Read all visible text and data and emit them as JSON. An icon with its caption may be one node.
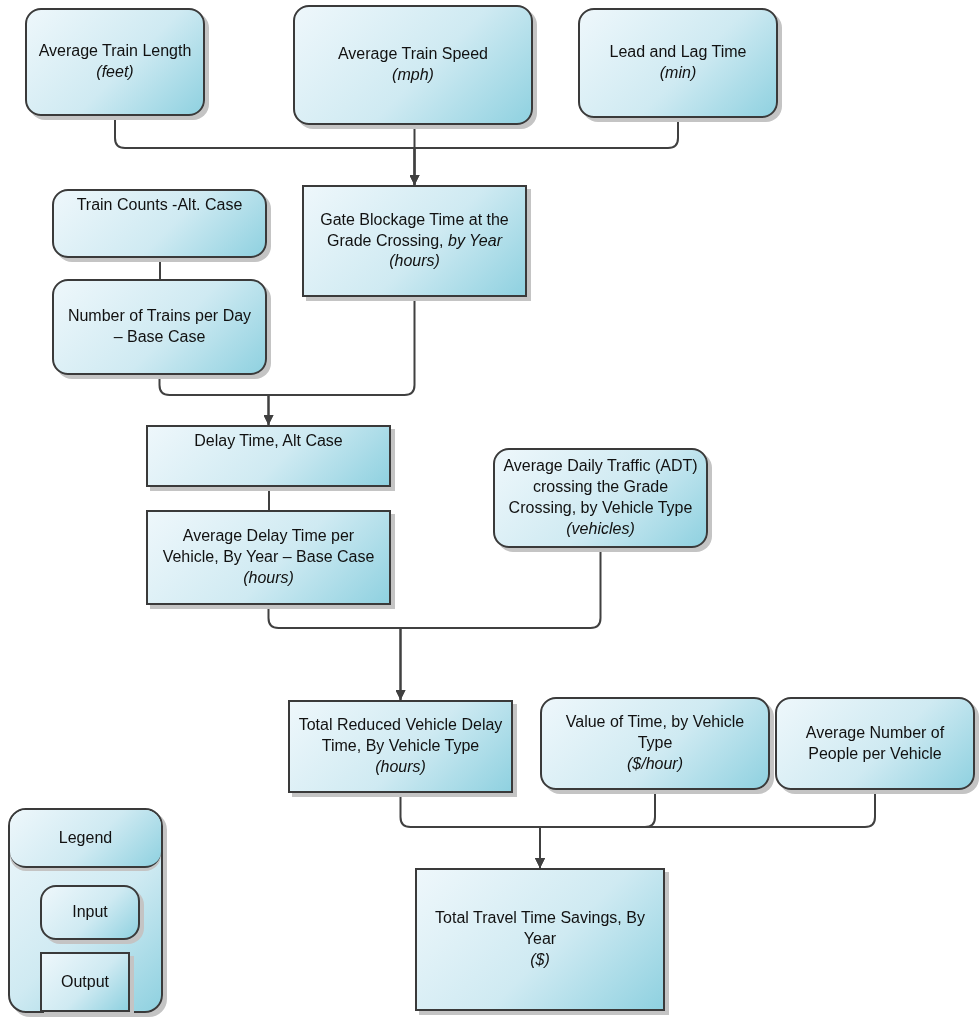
{
  "diagram": {
    "nodes": [
      {
        "text": [
          "Average Train Length",
          "(feet)"
        ]
      },
      {
        "text": [
          "Average Train Speed",
          "(mph)"
        ]
      },
      {
        "text": [
          "Lead and Lag Time",
          "(min)"
        ]
      },
      {
        "text": [
          "Train Counts -Alt. Case"
        ]
      },
      {
        "text": [
          "Gate Blockage Time at the Grade Crossing, *by Year (hours)*"
        ]
      },
      {
        "text": [
          "Number of Trains per Day – Base Case"
        ]
      },
      {
        "text": [
          "Delay Time, Alt Case"
        ]
      },
      {
        "text": [
          "Average Delay Time per Vehicle, By Year – Base Case",
          "(hours)"
        ]
      },
      {
        "text": [
          "Average Daily Traffic (ADT) crossing the Grade Crossing, by Vehicle Type *(vehicles)*"
        ]
      },
      {
        "text": [
          "Total Reduced Vehicle Delay Time, By Vehicle Type *(hours)*"
        ]
      },
      {
        "text": [
          "Value of Time, by Vehicle Type",
          "($/hour)"
        ]
      },
      {
        "text": [
          "Average Number of People per Vehicle"
        ]
      },
      {
        "text": [
          "Total Travel Time Savings, By Year",
          "($)"
        ]
      },
      {
        "text": [
          "Legend"
        ]
      },
      {
        "text": [
          "Input"
        ],
        "in": 13
      },
      {
        "text": [
          "Output"
        ],
        "in": 13
      }
    ],
    "edges": [
      {
        "from": 0,
        "to": 4,
        "arrow": "to"
      },
      {
        "from": 1,
        "to": 4,
        "arrow": "to"
      },
      {
        "from": 2,
        "to": 4,
        "arrow": "to"
      },
      {
        "from": 3,
        "to": 5,
        "arrow": "none"
      },
      {
        "from": 5,
        "to": 6,
        "arrow": "to"
      },
      {
        "from": 4,
        "to": 6,
        "arrow": "to"
      },
      {
        "from": 6,
        "to": 7,
        "arrow": "none"
      },
      {
        "from": 7,
        "to": 9,
        "arrow": "to"
      },
      {
        "from": 8,
        "to": 9,
        "arrow": "to"
      },
      {
        "from": 9,
        "to": 12,
        "arrow": "to"
      },
      {
        "from": 10,
        "to": 12,
        "arrow": "to"
      },
      {
        "from": 11,
        "to": 12,
        "arrow": "to"
      }
    ]
  }
}
